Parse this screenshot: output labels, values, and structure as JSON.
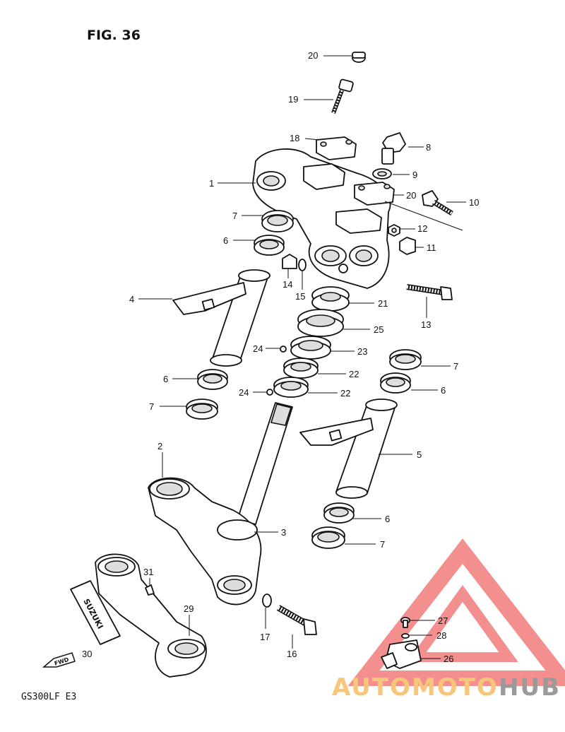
{
  "figure": {
    "title": "FIG. 36",
    "model_code": "GS300LF  E3",
    "fwd_label": "FWD",
    "emblem_text": "SUZUKI"
  },
  "callouts": {
    "c1": "1",
    "c2": "2",
    "c3": "3",
    "c4": "4",
    "c5": "5",
    "c6a": "6",
    "c6b": "6",
    "c6c": "6",
    "c6d": "6",
    "c7a": "7",
    "c7b": "7",
    "c7c": "7",
    "c7d": "7",
    "c8": "8",
    "c9": "9",
    "c10": "10",
    "c11": "11",
    "c12": "12",
    "c13": "13",
    "c14": "14",
    "c15": "15",
    "c16": "16",
    "c17": "17",
    "c18": "18",
    "c19": "19",
    "c20a": "20",
    "c20b": "20",
    "c21": "21",
    "c22a": "22",
    "c22b": "22",
    "c23": "23",
    "c24a": "24",
    "c24b": "24",
    "c25": "25",
    "c26": "26",
    "c27": "27",
    "c28": "28",
    "c29": "29",
    "c30": "30",
    "c31": "31"
  },
  "watermark": {
    "text_part1": "AUTOMOTO",
    "text_part2": "HUB",
    "color_primary": "#f6c77a",
    "color_secondary": "#9a9a9a",
    "triangle_color": "#ef6a6a"
  }
}
